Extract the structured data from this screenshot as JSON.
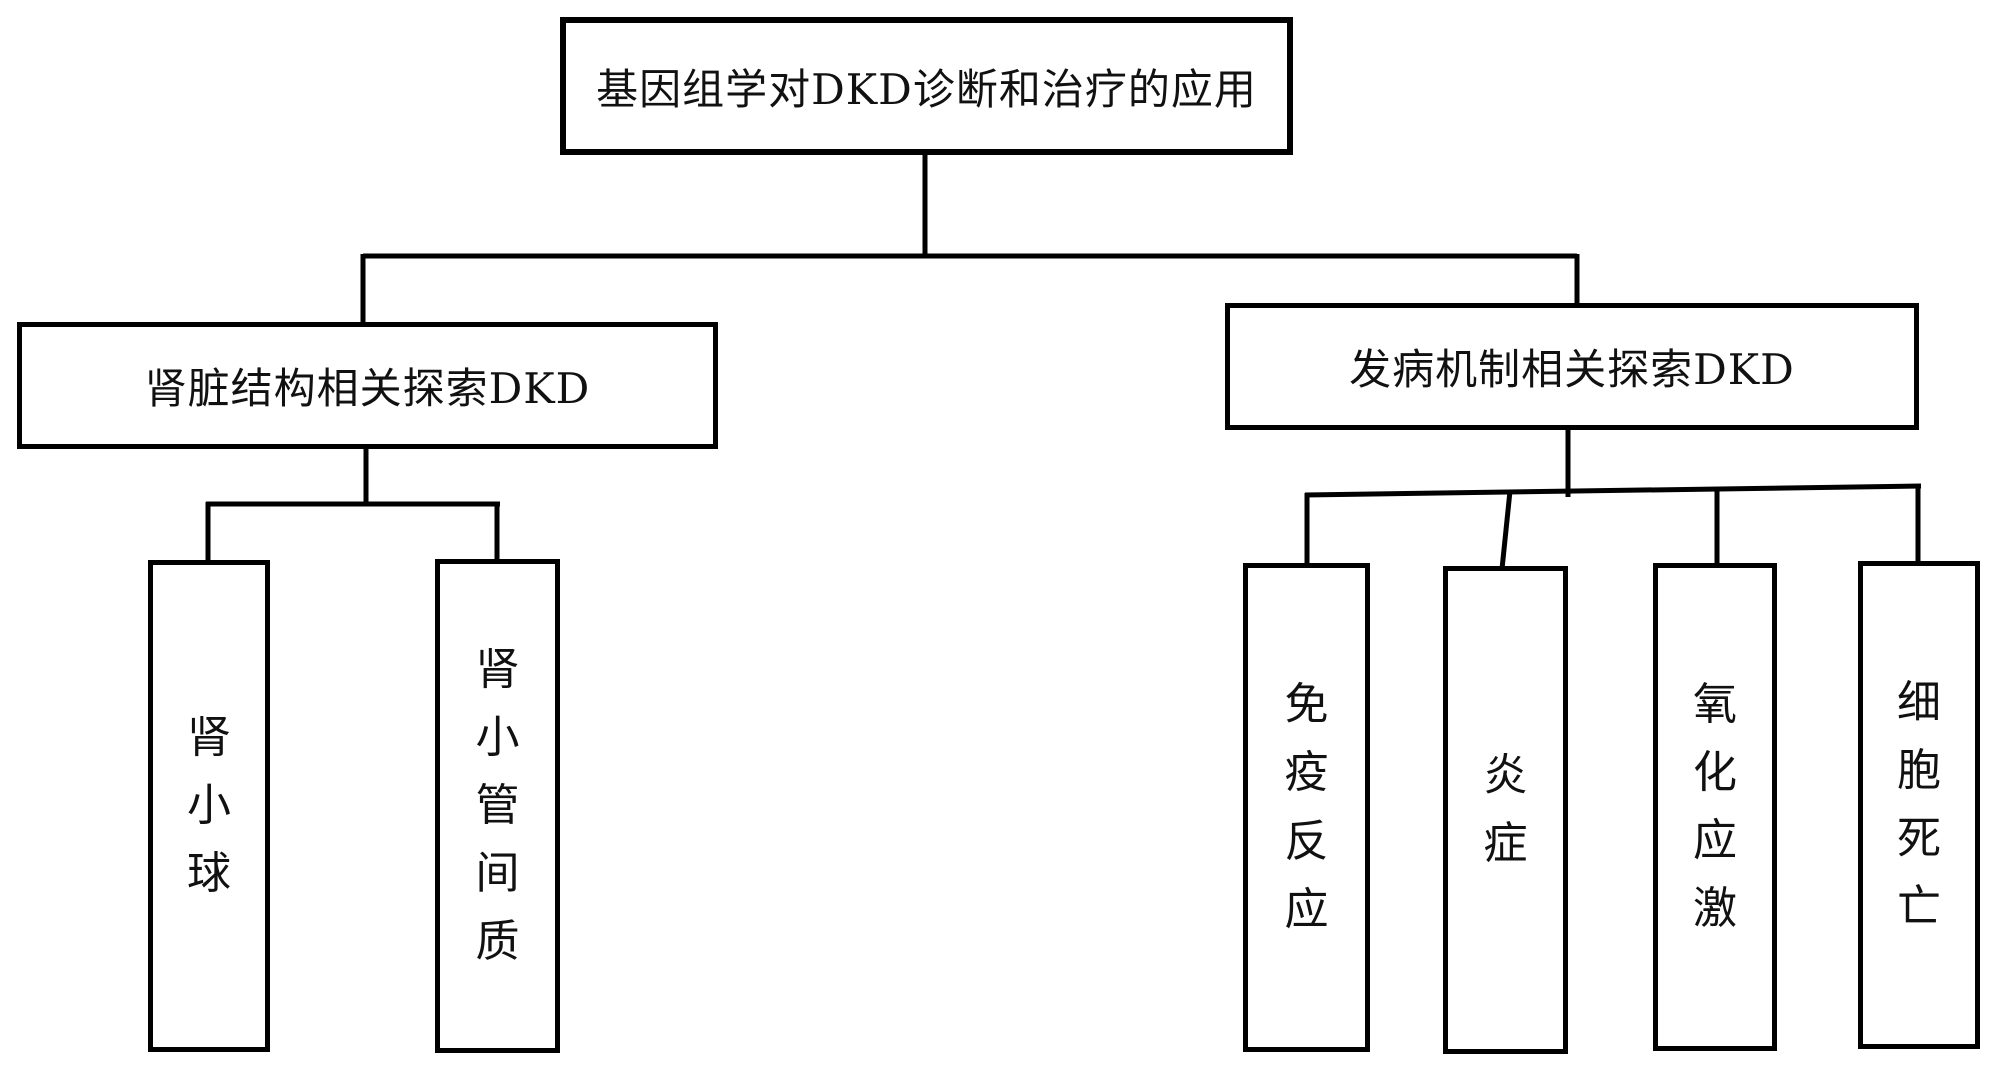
{
  "diagram": {
    "title_box": {
      "label": "基因组学对DKD诊断和治疗的应用"
    },
    "branches": [
      {
        "label": "肾脏结构相关探索DKD",
        "children": [
          {
            "label": "肾小球"
          },
          {
            "label": "肾小管间质"
          }
        ]
      },
      {
        "label": "发病机制相关探索DKD",
        "children": [
          {
            "label": "免疫反应"
          },
          {
            "label": "炎症"
          },
          {
            "label": "氧化应激"
          },
          {
            "label": "细胞死亡"
          }
        ]
      }
    ],
    "colors": {
      "background": "#ffffff",
      "box_border": "#000000",
      "connector": "#000000",
      "text": "#111111"
    }
  }
}
